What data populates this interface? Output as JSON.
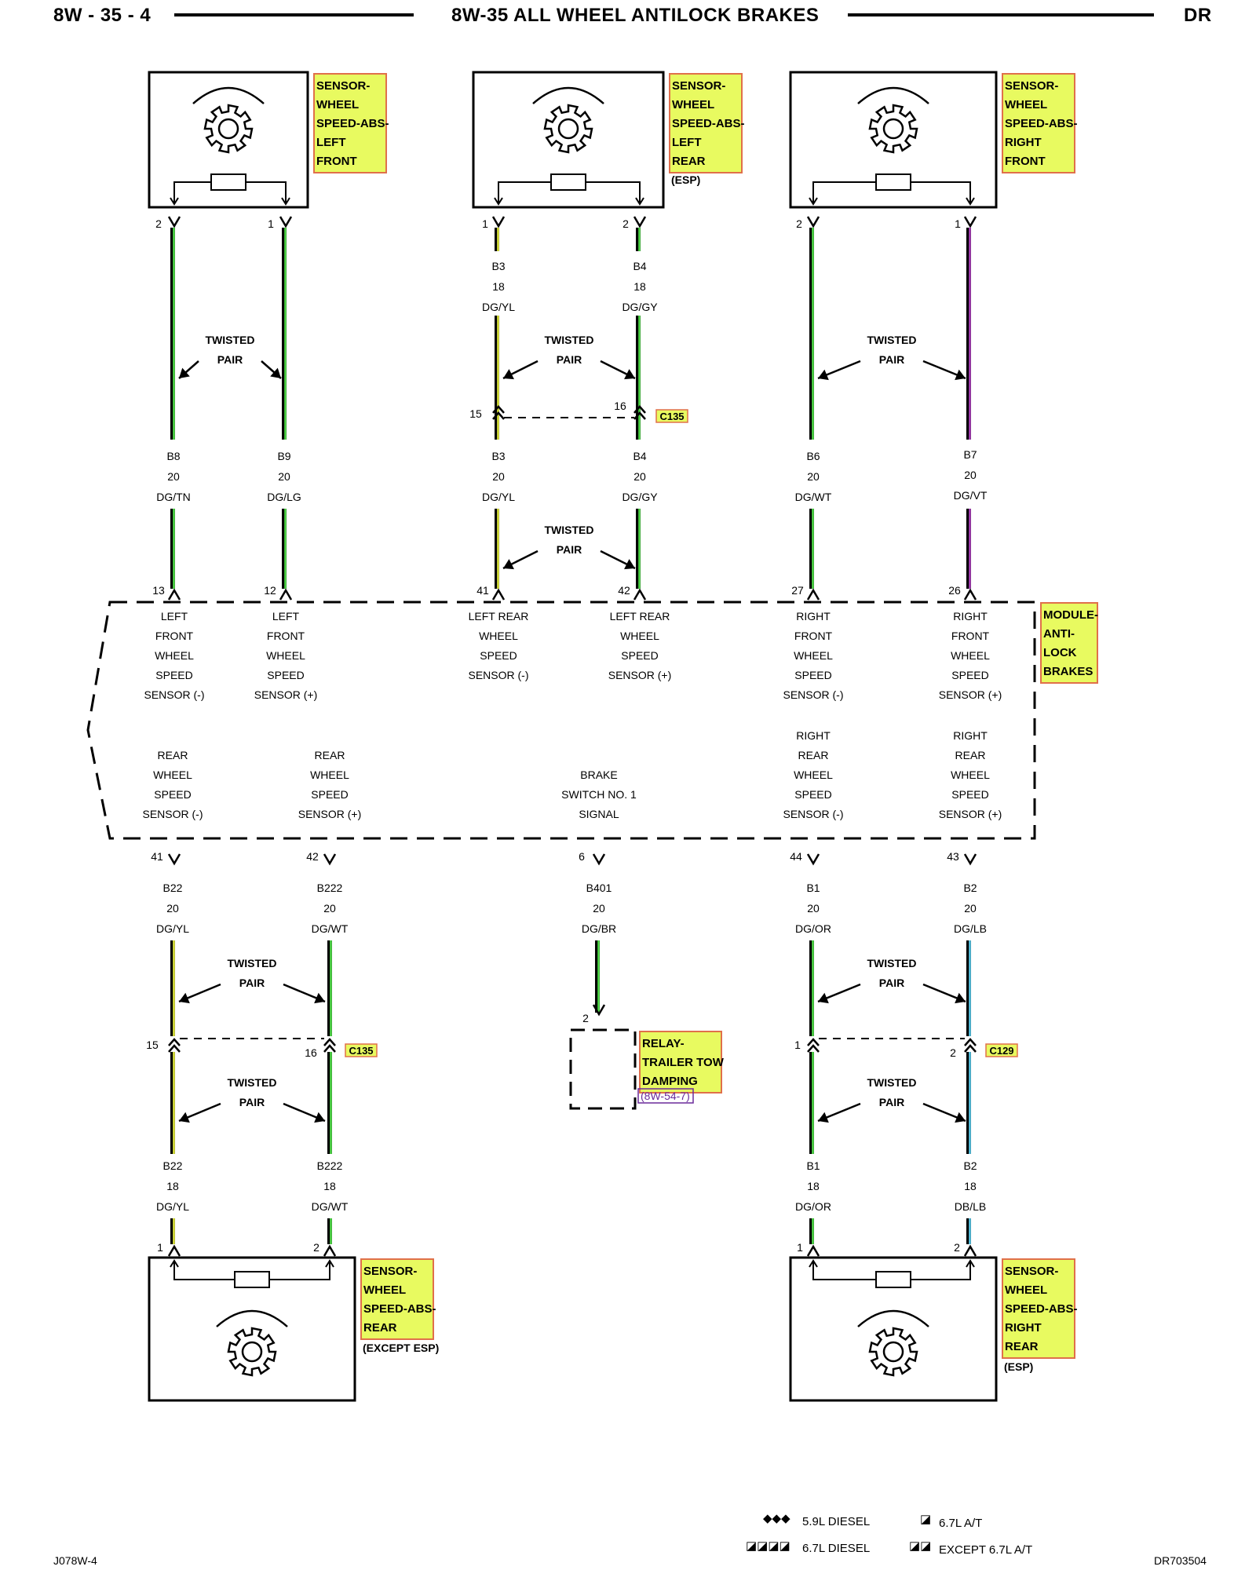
{
  "header": {
    "page": "8W - 35 - 4",
    "title": "8W-35 ALL WHEEL ANTILOCK BRAKES",
    "code": "DR"
  },
  "footer": {
    "left": "J078W-4",
    "right": "DR703504"
  },
  "legend": [
    {
      "symbol": "◆◆◆",
      "text": "5.9L DIESEL"
    },
    {
      "symbol": "◪◪◪◪",
      "text": "6.7L DIESEL"
    },
    {
      "symbol": "◪",
      "text": "6.7L A/T"
    },
    {
      "symbol": "◪◪",
      "text": "EXCEPT 6.7L A/T"
    }
  ],
  "components": {
    "lf_sensor": [
      "SENSOR-",
      "WHEEL",
      "SPEED-ABS-",
      "LEFT",
      "FRONT"
    ],
    "lr_sensor": [
      "SENSOR-",
      "WHEEL",
      "SPEED-ABS-",
      "LEFT",
      "REAR"
    ],
    "lr_sensor_note": "(ESP)",
    "rf_sensor": [
      "SENSOR-",
      "WHEEL",
      "SPEED-ABS-",
      "RIGHT",
      "FRONT"
    ],
    "rear_sensor": [
      "SENSOR-",
      "WHEEL",
      "SPEED-ABS-",
      "REAR"
    ],
    "rear_sensor_note": "(EXCEPT ESP)",
    "rr_sensor": [
      "SENSOR-",
      "WHEEL",
      "SPEED-ABS-",
      "RIGHT",
      "REAR"
    ],
    "rr_sensor_note": "(ESP)",
    "module": [
      "MODULE-",
      "ANTI-",
      "LOCK",
      "BRAKES"
    ],
    "relay": [
      "RELAY-",
      "TRAILER TOW",
      "DAMPING"
    ],
    "relay_ref": "(8W-54-7)"
  },
  "connectors": {
    "c135": "C135",
    "c129": "C129"
  },
  "twisted_pair": [
    "TWISTED",
    "PAIR"
  ],
  "pins": {
    "lf_sensor": [
      "2",
      "1"
    ],
    "lr_sensor": [
      "1",
      "2"
    ],
    "rf_sensor": [
      "2",
      "1"
    ],
    "c135_top": [
      "15",
      "16"
    ],
    "module_top": [
      "13",
      "12",
      "41",
      "42",
      "27",
      "26"
    ],
    "module_bottom": [
      "41",
      "42",
      "6",
      "44",
      "43"
    ],
    "c135_bottom": [
      "15",
      "16"
    ],
    "c129": [
      "1",
      "2"
    ],
    "relay": "2",
    "rear_sensor": [
      "1",
      "2"
    ],
    "rr_sensor": [
      "1",
      "2"
    ]
  },
  "wires": {
    "lr_upper_a": [
      "B3",
      "18",
      "DG/YL"
    ],
    "lr_upper_b": [
      "B4",
      "18",
      "DG/GY"
    ],
    "lf_a": [
      "B8",
      "20",
      "DG/TN"
    ],
    "lf_b": [
      "B9",
      "20",
      "DG/LG"
    ],
    "lr_lower_a": [
      "B3",
      "20",
      "DG/YL"
    ],
    "lr_lower_b": [
      "B4",
      "20",
      "DG/GY"
    ],
    "rf_a": [
      "B6",
      "20",
      "DG/WT"
    ],
    "rf_b": [
      "B7",
      "20",
      "DG/VT"
    ],
    "rear_up_a": [
      "B22",
      "20",
      "DG/YL"
    ],
    "rear_up_b": [
      "B222",
      "20",
      "DG/WT"
    ],
    "brake": [
      "B401",
      "20",
      "DG/BR"
    ],
    "rr_up_a": [
      "B1",
      "20",
      "DG/OR"
    ],
    "rr_up_b": [
      "B2",
      "20",
      "DG/LB"
    ],
    "rear_low_a": [
      "B22",
      "18",
      "DG/YL"
    ],
    "rear_low_b": [
      "B222",
      "18",
      "DG/WT"
    ],
    "rr_low_a": [
      "B1",
      "18",
      "DG/OR"
    ],
    "rr_low_b": [
      "B2",
      "18",
      "DB/LB"
    ]
  },
  "module_labels": {
    "top": [
      [
        "LEFT",
        "FRONT",
        "WHEEL",
        "SPEED",
        "SENSOR (-)"
      ],
      [
        "LEFT",
        "FRONT",
        "WHEEL",
        "SPEED",
        "SENSOR (+)"
      ],
      [
        "LEFT REAR",
        "WHEEL",
        "SPEED",
        "SENSOR (-)"
      ],
      [
        "LEFT REAR",
        "WHEEL",
        "SPEED",
        "SENSOR (+)"
      ],
      [
        "RIGHT",
        "FRONT",
        "WHEEL",
        "SPEED",
        "SENSOR (-)"
      ],
      [
        "RIGHT",
        "FRONT",
        "WHEEL",
        "SPEED",
        "SENSOR (+)"
      ]
    ],
    "bottom": [
      [
        "REAR",
        "WHEEL",
        "SPEED",
        "SENSOR (-)"
      ],
      [
        "REAR",
        "WHEEL",
        "SPEED",
        "SENSOR (+)"
      ],
      [
        "BRAKE",
        "SWITCH NO. 1",
        "SIGNAL"
      ],
      [
        "RIGHT",
        "REAR",
        "WHEEL",
        "SPEED",
        "SENSOR (-)"
      ],
      [
        "RIGHT",
        "REAR",
        "WHEEL",
        "SPEED",
        "SENSOR (+)"
      ]
    ]
  },
  "colors": {
    "label_fill": "#e8fa60",
    "label_border": "#e0704a",
    "wire_green": "#52e24a",
    "wire_yellow": "#e8f040",
    "wire_violet": "#b040c0",
    "wire_blue": "#5ad0f0",
    "ref_link": "#6a2a9a"
  }
}
